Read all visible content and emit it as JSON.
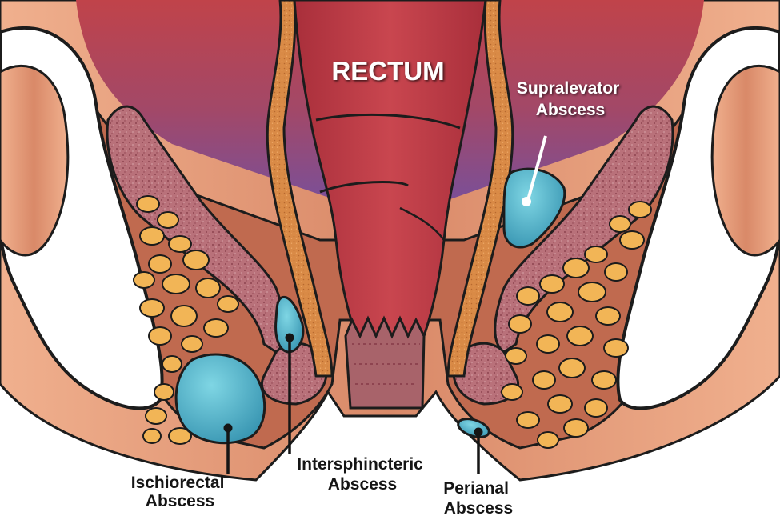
{
  "rectum_label": "RECTUM",
  "labels": {
    "supralevator": [
      "Supralevator",
      "Abscess"
    ],
    "ischiorectal": [
      "Ischiorectal",
      "Abscess"
    ],
    "intersphincteric": [
      "Intersphincteric",
      "Abscess"
    ],
    "perianal": [
      "Perianal",
      "Abscess"
    ]
  },
  "colors": {
    "skin": "#e9a27f",
    "soft_tissue": "#c97556",
    "rectum": "#b83a45",
    "pelvic_space": "#8a4f8f",
    "muscle": "#b56a72",
    "sphincter": "#d98a46",
    "fat": "#f2b556",
    "abscess": "#4fb5c9",
    "bone": "#ffffff"
  }
}
